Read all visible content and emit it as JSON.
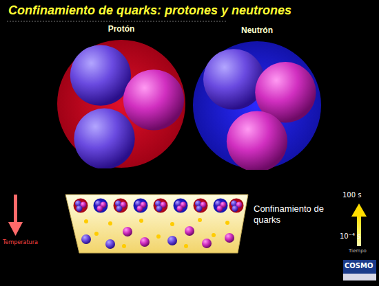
{
  "diagram": {
    "title": "Confinamiento de quarks: protones y neutrones",
    "nodes": [
      {
        "text": [
          "Protón"
        ]
      },
      {
        "text": [
          "Neutrón"
        ]
      }
    ],
    "labels": [
      "Confinamiento de quarks",
      "Temperatura",
      "100 s",
      "10⁻⁴ s",
      "Tiempo",
      "COSMO"
    ]
  }
}
